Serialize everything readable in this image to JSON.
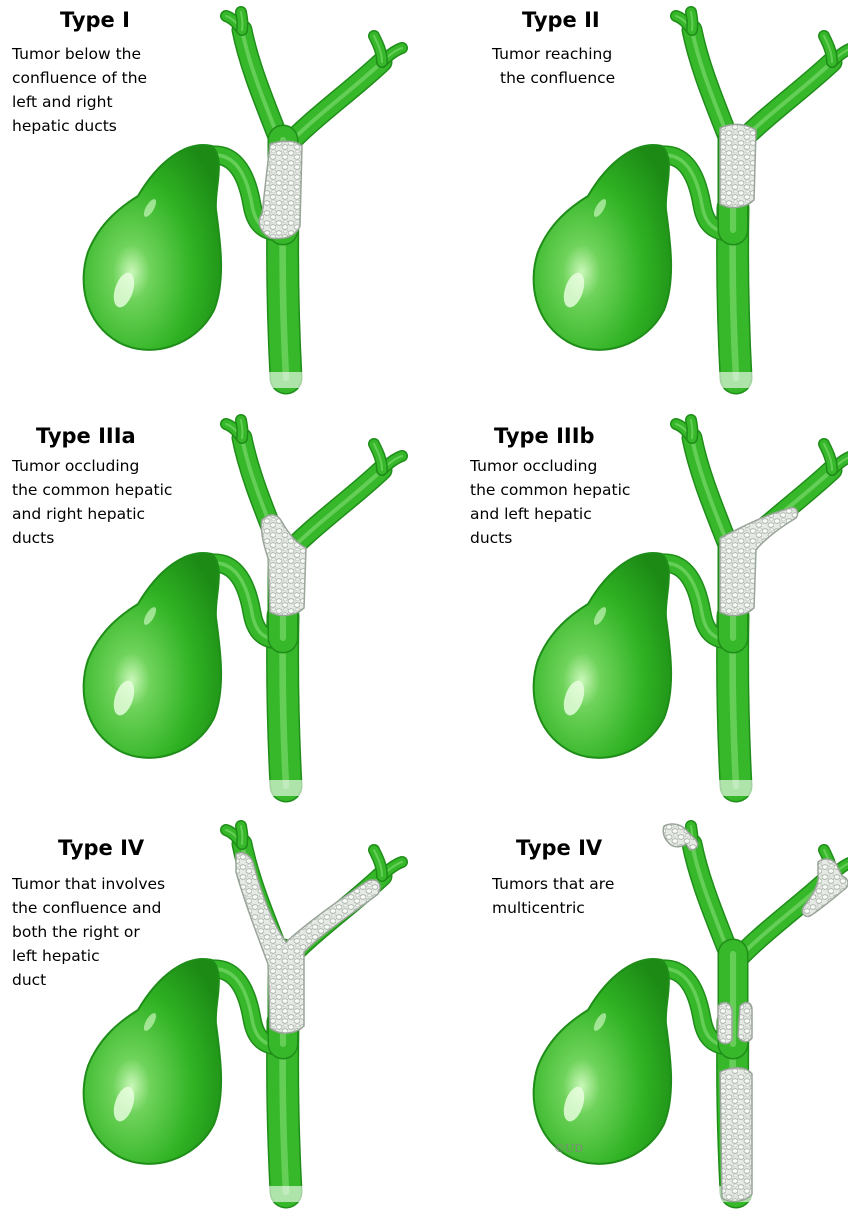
{
  "panels": [
    {
      "title": "Type I",
      "desc": [
        "Tumor below the",
        "confluence of the",
        "left and right",
        "hepatic ducts"
      ]
    },
    {
      "title": "Type II",
      "desc": [
        "Tumor reaching",
        "the confluence"
      ]
    },
    {
      "title": "Type IIIa",
      "desc": [
        "Tumor occluding",
        "the common hepatic",
        "and right hepatic",
        "ducts"
      ]
    },
    {
      "title": "Type IIIb",
      "desc": [
        "Tumor occluding",
        "the common hepatic",
        "and left hepatic",
        "ducts"
      ]
    },
    {
      "title": "Type IV",
      "desc": [
        "Tumor that involves",
        "the confluence and",
        "both the right or",
        "left hepatic",
        "duct"
      ]
    },
    {
      "title": "Type IV",
      "desc": [
        "Tumors that are",
        "multicentric"
      ]
    }
  ],
  "credit": "©UD",
  "colors": {
    "duct": "#36b82a",
    "duct_dark": "#1f8e19",
    "duct_light": "#8be07c",
    "tumor": "#e3e7e2",
    "tumor_edge": "#9aa59a"
  },
  "icons": {
    "anatomy": "gallbladder-bile-duct-illustration",
    "lesion": "tumor-mass"
  }
}
